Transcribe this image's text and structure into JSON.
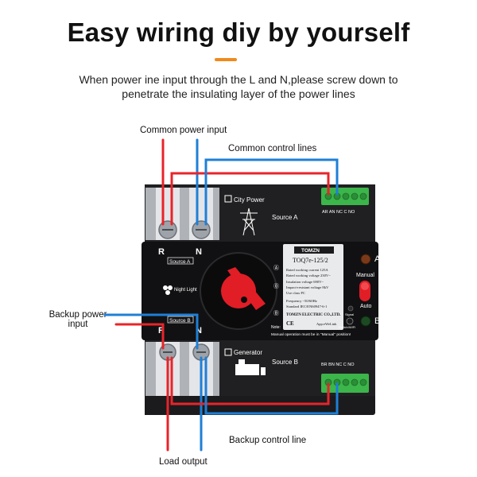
{
  "headline": "Easy wiring diy by yourself",
  "subtitle_line1": "When power ine input through the L and N,please screw down to",
  "subtitle_line2": "penetrate the insulating layer of the power lines",
  "callouts": {
    "common_power_input": "Common power input",
    "common_control_lines": "Common control lines",
    "backup_power_input_line1": "Backup power",
    "backup_power_input_line2": "input",
    "backup_control_line": "Backup control line",
    "load_output": "Load output"
  },
  "device": {
    "city_power": "City Power",
    "source_a": "Source A",
    "source_a_tag": "Source A",
    "source_b": "Source B",
    "source_b_tag": "Source B",
    "generator": "Generator",
    "terminal_top": "AR AN NC C NO",
    "terminal_bottom": "BR BN NC C NO",
    "r_label": "R",
    "n_label": "N",
    "r_label_2": "R",
    "n_label_2": "N",
    "night_light": "Night Light",
    "brand": "TOMZN",
    "model": "TOQ7e-125/2",
    "spec_current": "Rated working current  125A",
    "spec_voltage": "Rated working voltage 230V~",
    "spec_insulation": "Insulation voltage       690V~",
    "spec_impulse": "Impact-resistant voltage  8kV",
    "spec_use_class": "Use class                      PC",
    "spec_frequency": "Frequency                 ~50/60Hz",
    "spec_standard": "Standard    IEC/EN60947-6-1",
    "company": "TOMZN ELECTRIC CO.,LTD.",
    "app": "App:eWeLink",
    "note": "Note:",
    "note_text": "Manual operation must be in \"Manual\" position!",
    "label_a": "A",
    "label_b": "B",
    "manual": "Manual",
    "auto": "Auto",
    "signal": "Signal",
    "switch_wifi": "Switch/WIFI",
    "ce_mark": "CE"
  },
  "colors": {
    "wire_red": "#e8242a",
    "wire_blue": "#1f7fd6",
    "body_black": "#1b1b1d",
    "knob_red": "#e11d26",
    "terminal_green": "#3cb54a",
    "accent_orange": "#f08a1c"
  }
}
